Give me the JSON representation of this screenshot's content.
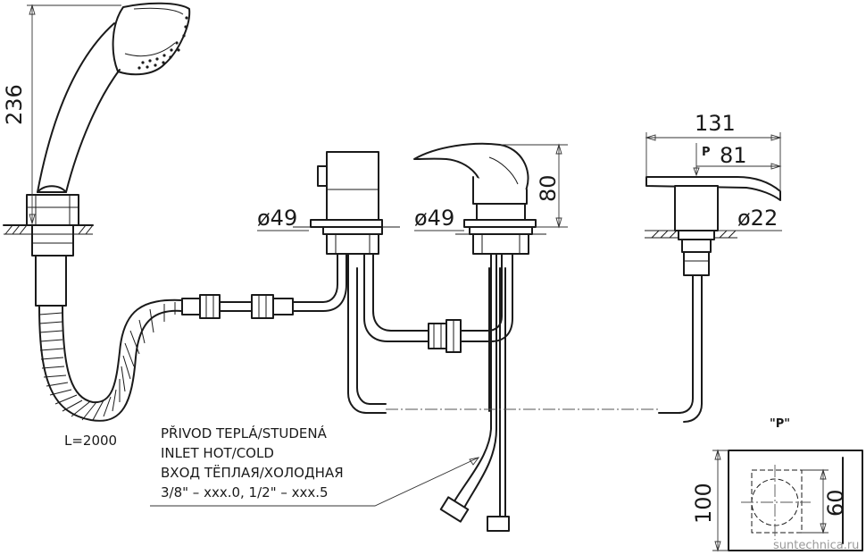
{
  "dimensions": {
    "handshower_height": "236",
    "diverter_diameter": "ø49",
    "mixer_diameter": "ø49",
    "mixer_height": "80",
    "spout_length": "131",
    "spout_partial": "81",
    "spout_point": "P",
    "spout_diameter": "ø22",
    "detail_height": "100",
    "detail_inner": "60"
  },
  "hose_length": "L=2000",
  "inlet_note": {
    "line1": "PŘIVOD TEPLÁ/STUDENÁ",
    "line2": "INLET HOT/COLD",
    "line3": "ВХОД ТЁПЛАЯ/ХОЛОДНАЯ",
    "line4": "3/8\" – xxx.0, 1/2\" – xxx.5"
  },
  "detail_label": "\"P\"",
  "watermark": "suntechnica.ru",
  "colors": {
    "ink": "#1a1a1a",
    "watermark": "#9a9a9a",
    "background": "#ffffff"
  }
}
